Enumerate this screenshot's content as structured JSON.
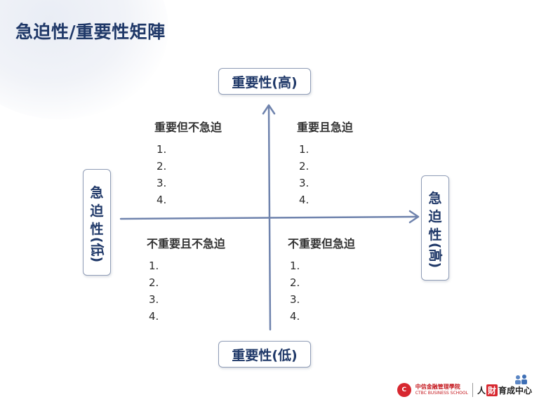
{
  "title": "急迫性/重要性矩陣",
  "axes": {
    "top": "重要性(高)",
    "bottom": "重要性(低)",
    "left": {
      "chars": [
        "急",
        "迫",
        "性"
      ],
      "paren": "(低)"
    },
    "right": {
      "chars": [
        "急",
        "迫",
        "性"
      ],
      "paren": "(高)"
    }
  },
  "quadrants": {
    "top_left": {
      "title": "重要但不急迫",
      "items": [
        "1.",
        "2.",
        "3.",
        "4."
      ]
    },
    "top_right": {
      "title": "重要且急迫",
      "items": [
        "1.",
        "2.",
        "3.",
        "4."
      ]
    },
    "bottom_left": {
      "title": "不重要且不急迫",
      "items": [
        "1.",
        "2.",
        "3.",
        "4."
      ]
    },
    "bottom_right": {
      "title": "不重要但急迫",
      "items": [
        "1.",
        "2.",
        "3.",
        "4."
      ]
    }
  },
  "footer": {
    "school_cn": "中信金融管理學院",
    "school_en": "CTBC BUSINESS SCHOOL",
    "brand": [
      "人",
      "財",
      "育成中心"
    ]
  },
  "colors": {
    "title": "#1f3868",
    "axis_line": "#6f83ad",
    "box_border": "#8f9cb6",
    "logo_red": "#d7272f"
  },
  "icons": [
    "axis-arrow-up-icon",
    "axis-arrow-right-icon",
    "school-logo-icon",
    "people-icon"
  ]
}
